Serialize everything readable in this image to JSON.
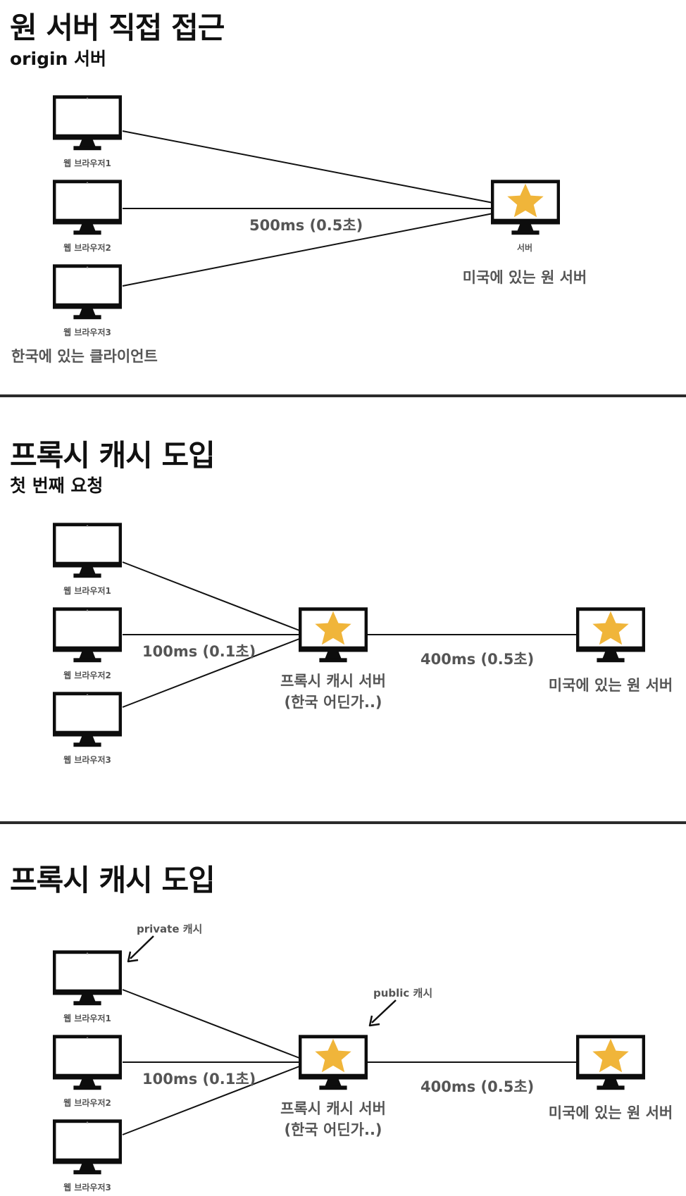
{
  "sections": [
    {
      "title": "원 서버 직접 접근",
      "subtitle": "origin 서버",
      "clients": [
        "웹 브라우저1",
        "웹 브라우저2",
        "웹 브라우저3"
      ],
      "client_group_label": "한국에 있는 클라이언트",
      "latency": "500ms (0.5초)",
      "server_label": "서버",
      "server_caption": "미국에 있는 원 서버"
    },
    {
      "title": "프록시 캐시 도입",
      "subtitle": "첫 번째 요청",
      "clients": [
        "웹 브라우저1",
        "웹 브라우저2",
        "웹 브라우저3"
      ],
      "latency_client_proxy": "100ms (0.1초)",
      "proxy_label_line1": "프록시 캐시 서버",
      "proxy_label_line2": "(한국 어딘가..)",
      "latency_proxy_origin": "400ms (0.5초)",
      "origin_caption": "미국에 있는 원 서버"
    },
    {
      "title": "프록시 캐시 도입",
      "clients": [
        "웹 브라우저1",
        "웹 브라우저2",
        "웹 브라우저3"
      ],
      "private_cache_label": "private 캐시",
      "public_cache_label": "public 캐시",
      "latency_client_proxy": "100ms (0.1초)",
      "proxy_label_line1": "프록시 캐시 서버",
      "proxy_label_line2": "(한국 어딘가..)",
      "latency_proxy_origin": "400ms (0.5초)",
      "origin_caption": "미국에 있는 원 서버"
    }
  ],
  "colors": {
    "star": "#f0b53a",
    "monitor": "#0d0d0d",
    "label": "#555555",
    "divider": "#2b2b2b"
  },
  "icons": [
    "monitor-icon",
    "server-star-icon",
    "arrow-icon"
  ]
}
